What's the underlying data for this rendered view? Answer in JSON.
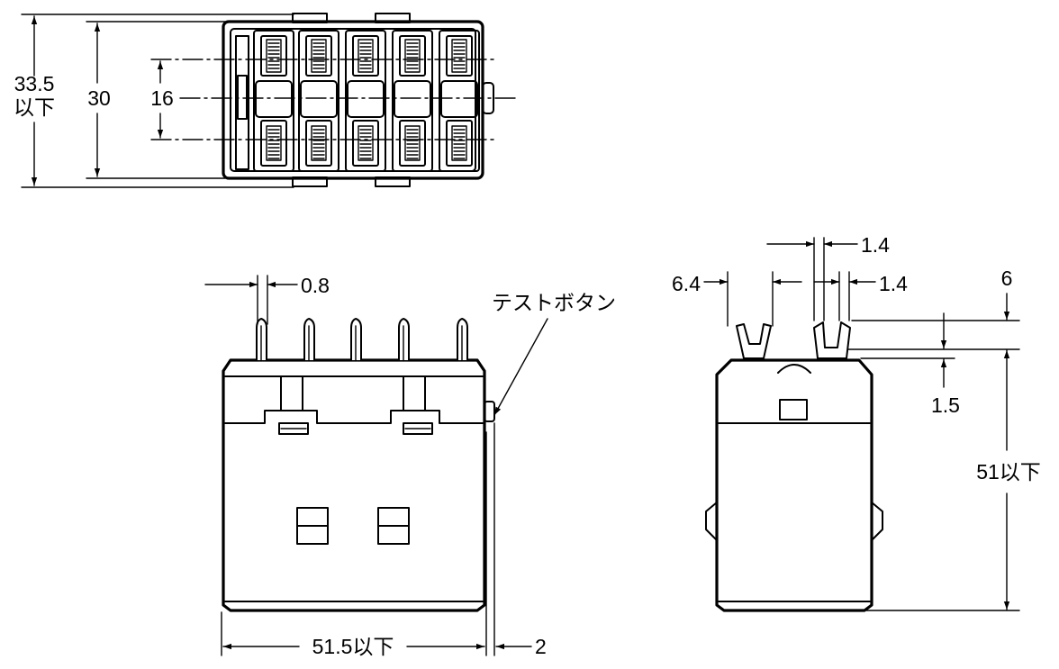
{
  "top_view": {
    "dim_height_total": "33.5",
    "dim_height_total_suffix": "以下",
    "dim_height": "30",
    "dim_terminal_pitch": "16"
  },
  "front_view": {
    "dim_terminal_width": "0.8",
    "test_button_label": "テストボタン",
    "dim_width": "51.5以下",
    "dim_button_protrusion": "2"
  },
  "side_view": {
    "dim_slot_top": "1.4",
    "dim_terminal_span": "6.4",
    "dim_slot_right": "1.4",
    "dim_terminal_height": "6",
    "dim_slot_depth": "1.5",
    "dim_height": "51以下"
  }
}
